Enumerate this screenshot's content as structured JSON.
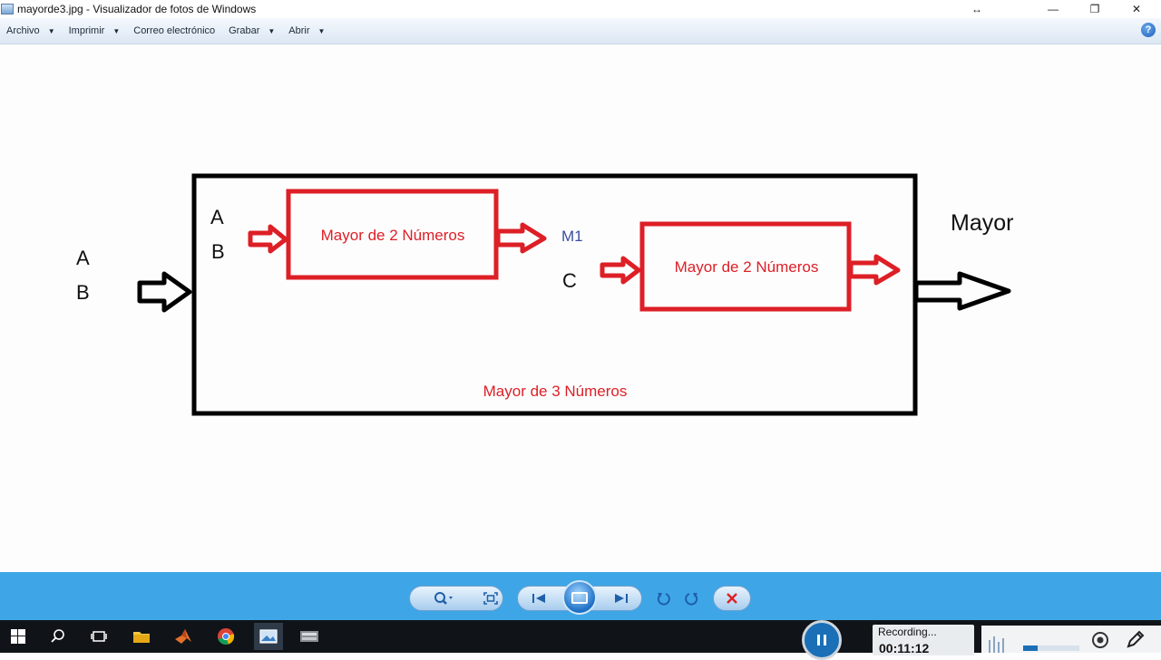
{
  "window": {
    "title": "mayorde3.jpg - Visualizador de fotos de Windows",
    "buttons": {
      "resize": "↔",
      "minimize": "—",
      "maximize": "❐",
      "close": "✕"
    }
  },
  "menu": {
    "items": [
      {
        "label": "Archivo",
        "caret": "▼"
      },
      {
        "label": "Imprimir",
        "caret": "▼"
      },
      {
        "label": "Correo electrónico"
      },
      {
        "label": "Grabar",
        "caret": "▼"
      },
      {
        "label": "Abrir",
        "caret": "▼"
      }
    ],
    "help": "?"
  },
  "diagram": {
    "colors": {
      "outer": "#000000",
      "inner": "#dd1f26",
      "m1": "#3a4fa2"
    },
    "left_inputs": [
      "A",
      "B"
    ],
    "inner_inputs_1": [
      "A",
      "B"
    ],
    "block1_label": "Mayor de 2 Números",
    "block2_label": "Mayor de 2 Números",
    "intermediate": "M1",
    "third_input": "C",
    "output_label": "Mayor",
    "outer_label": "Mayor de 3 Números"
  },
  "controls": {
    "zoom_icon": "magnifier-icon",
    "fit_icon": "fit-window-icon",
    "prev_icon": "previous-icon",
    "slideshow_icon": "slideshow-icon",
    "next_icon": "next-icon",
    "rotate_ccw_icon": "rotate-left-icon",
    "rotate_cw_icon": "rotate-right-icon",
    "delete_icon": "delete-icon"
  },
  "recorder": {
    "status": "Recording...",
    "time": "00:11:12"
  }
}
